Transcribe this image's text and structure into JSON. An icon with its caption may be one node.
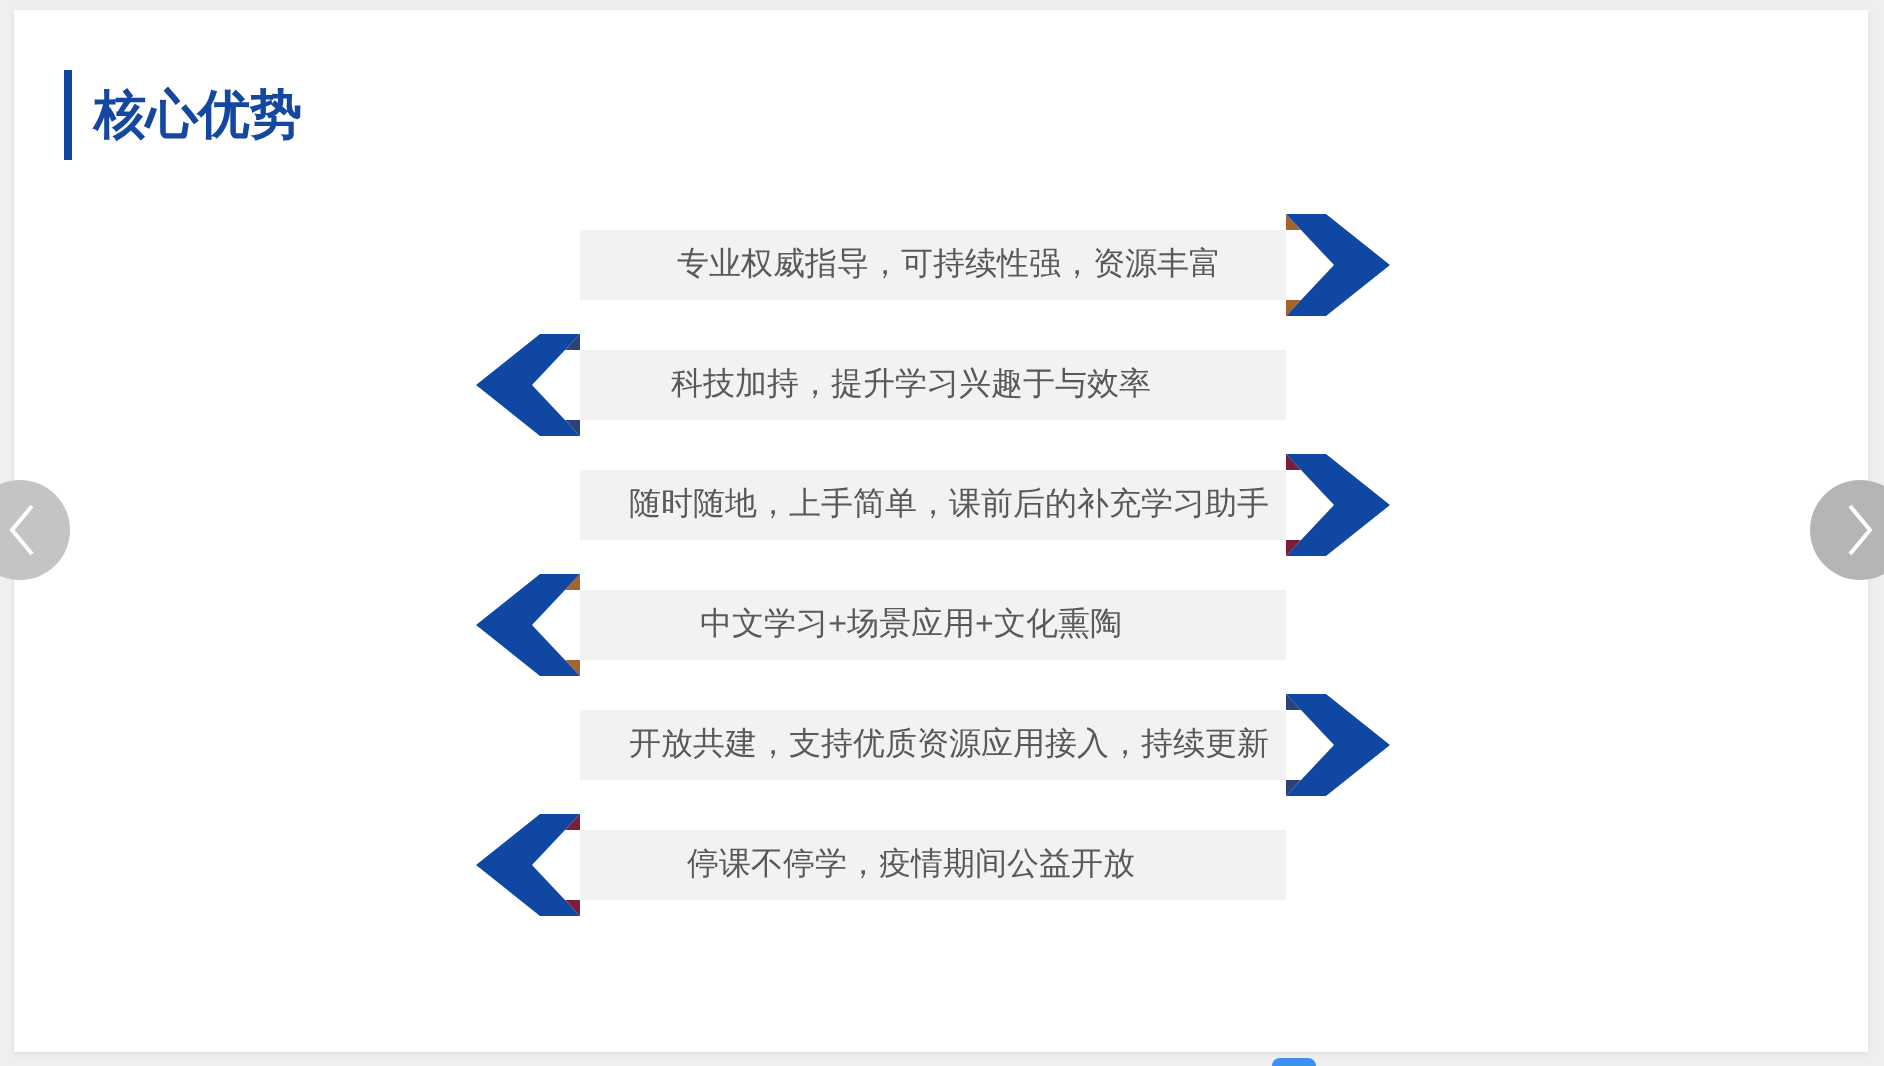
{
  "diagram": {
    "title": "核心优势",
    "nodes": [
      {
        "text": [
          "专业权威指导，可持续性强，资源丰富"
        ]
      },
      {
        "text": [
          "科技加持，提升学习兴趣于与效率"
        ]
      },
      {
        "text": [
          "随时随地，上手简单，课前后的补充学习助手"
        ]
      },
      {
        "text": [
          "中文学习+场景应用+文化熏陶"
        ]
      },
      {
        "text": [
          "开放共建，支持优质资源应用接入，持续更新"
        ]
      },
      {
        "text": [
          "停课不停学，疫情期间公益开放"
        ]
      }
    ]
  }
}
